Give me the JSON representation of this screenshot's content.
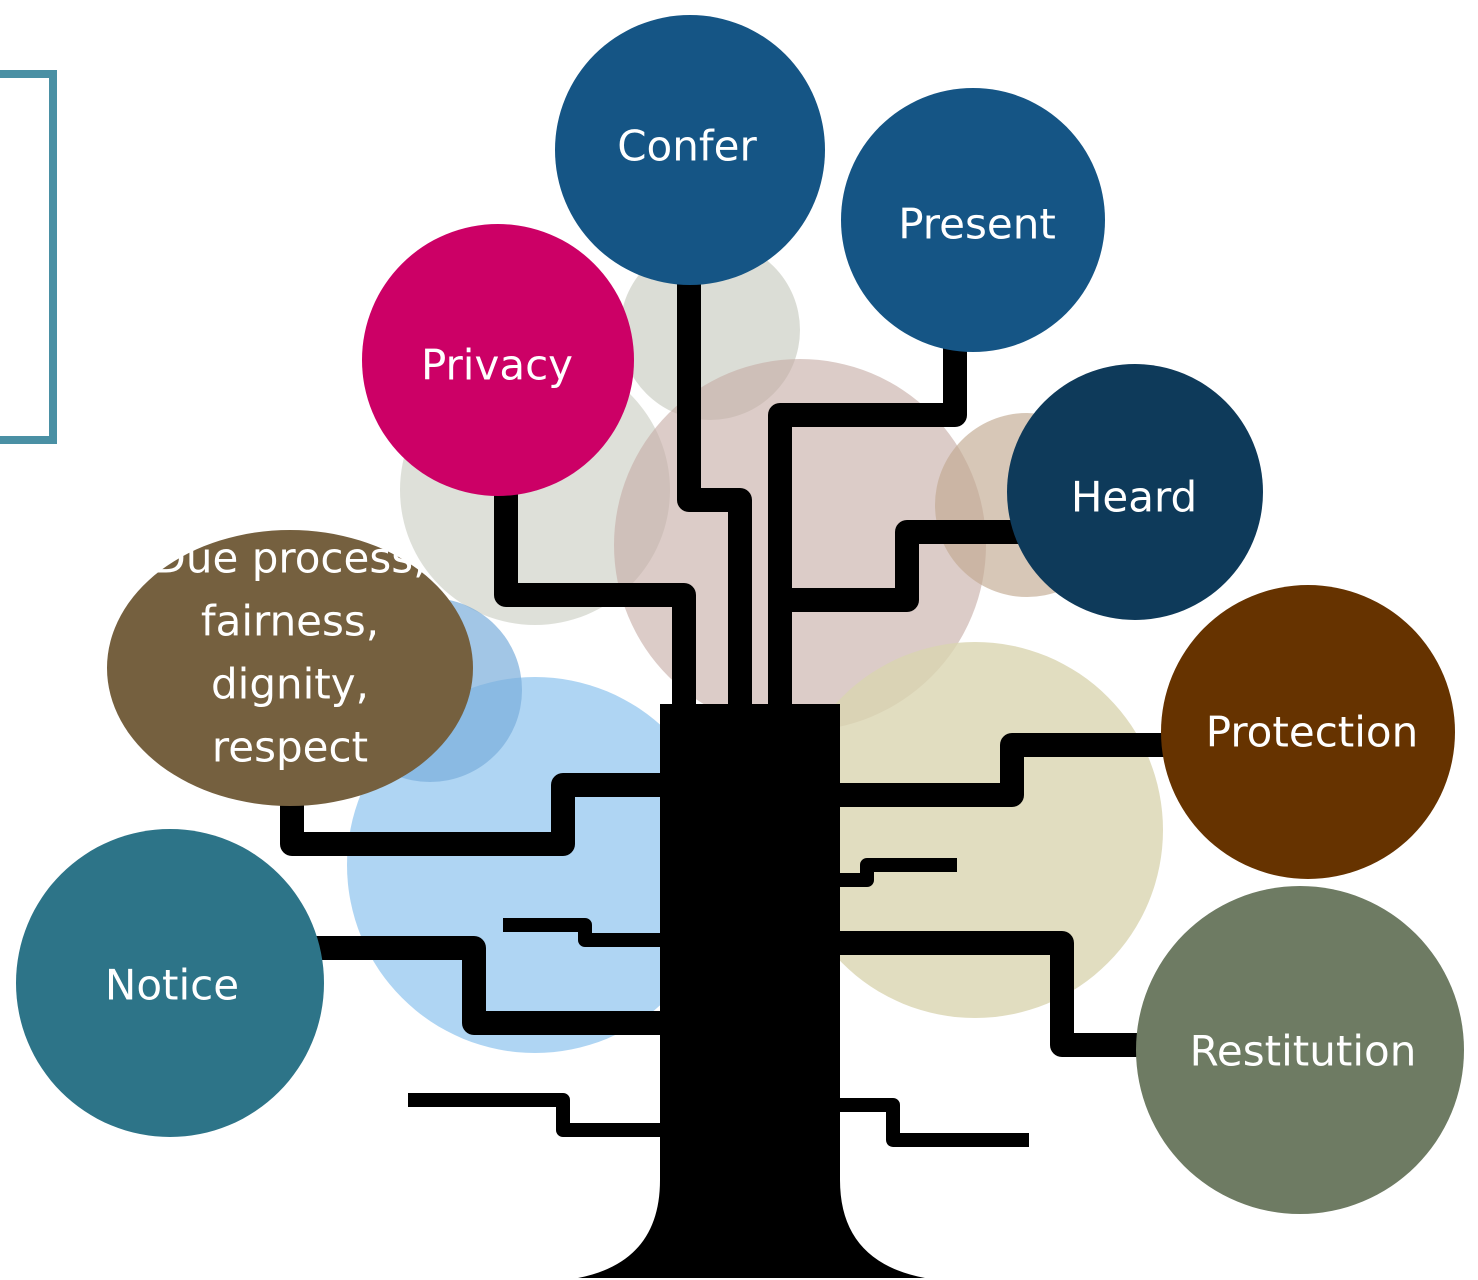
{
  "colors": {
    "trunk": "#000000",
    "frame": "#4a90a4",
    "confer": "#155585",
    "present": "#155585",
    "heard": "#0e3a5a",
    "privacy": "#cc0066",
    "due_process": "#75603f",
    "protection": "#663300",
    "notice": "#2d7488",
    "restitution": "#6e7b63",
    "bg_grey": "#c8cbc0",
    "bg_mauve": "#c6ada7",
    "bg_blue": "#9bcbf0",
    "bg_sand": "#d9d4b0",
    "bg_tan": "#c2a991",
    "bg_blue_dark": "#7aaedc"
  },
  "nodes": {
    "confer": {
      "label": "Confer"
    },
    "present": {
      "label": "Present"
    },
    "privacy": {
      "label": "Privacy"
    },
    "heard": {
      "label": "Heard"
    },
    "due_process": {
      "lines": [
        "Due process,",
        "fairness,",
        "dignity,",
        "respect"
      ]
    },
    "protection": {
      "label": "Protection"
    },
    "notice": {
      "label": "Notice"
    },
    "restitution": {
      "label": "Restitution"
    }
  }
}
